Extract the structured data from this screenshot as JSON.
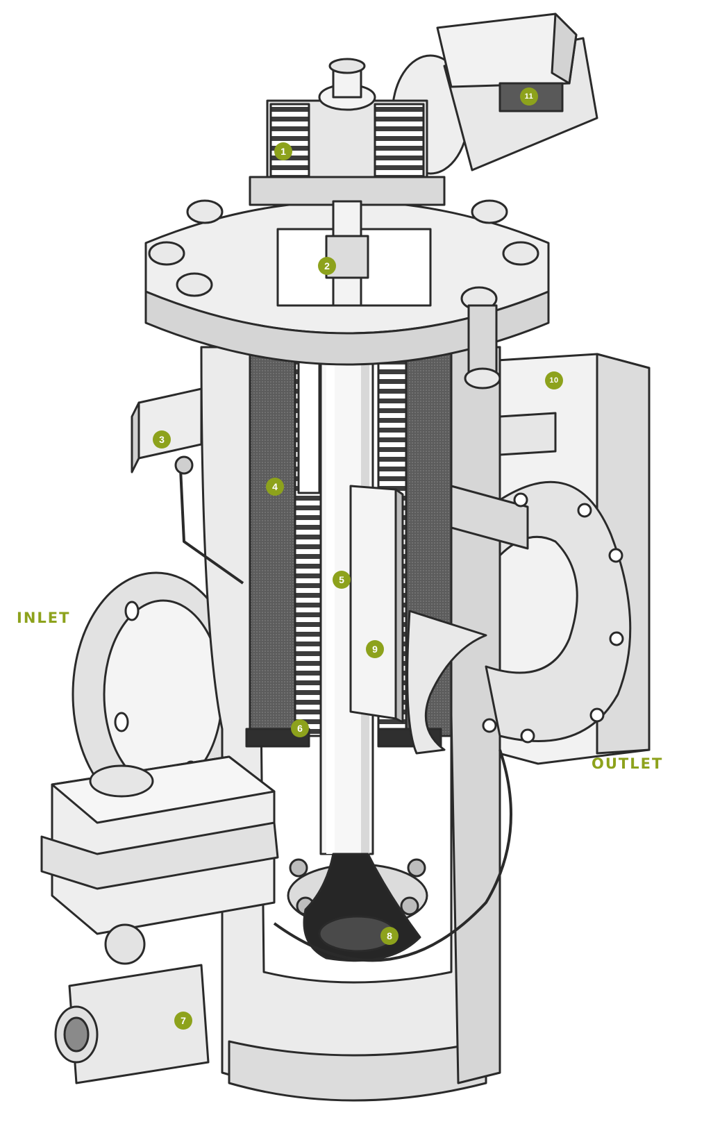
{
  "colors": {
    "accent": "#8da21c",
    "line": "#2a2a2a",
    "metal": "#ececec",
    "metal_dark": "#c9c9c9",
    "screen": "#5c5c5c"
  },
  "labels": {
    "inlet": "INLET",
    "outlet": "OUTLET"
  },
  "callouts": [
    "1",
    "2",
    "3",
    "4",
    "5",
    "6",
    "7",
    "8",
    "9",
    "10",
    "11"
  ]
}
